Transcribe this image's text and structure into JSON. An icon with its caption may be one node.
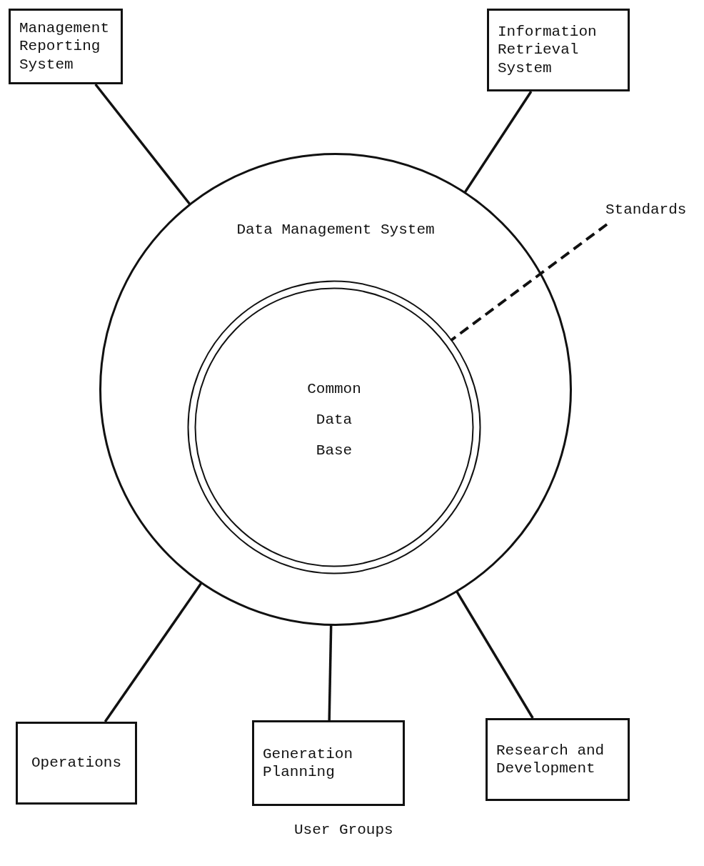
{
  "diagram": {
    "nodes": [
      {
        "text": [
          "Management Reporting System"
        ]
      },
      {
        "text": [
          "Information Retrieval System"
        ]
      },
      {
        "text": [
          "Data Management System"
        ]
      },
      {
        "text": [
          "Standards"
        ]
      },
      {
        "text": [],
        "shape": "circle",
        "in": 2
      },
      {
        "text": [
          "Common Data Base"
        ],
        "in": 4
      },
      {
        "text": [
          "Operations"
        ]
      },
      {
        "text": [
          "Generation Planning"
        ]
      },
      {
        "text": [
          "Research and Development"
        ]
      }
    ],
    "edges": [
      {
        "from": 0,
        "to": 2,
        "arrow": "none"
      },
      {
        "from": 1,
        "to": 2,
        "arrow": "none"
      },
      {
        "from": 3,
        "to": 4,
        "arrow": "none",
        "style": "dashed"
      },
      {
        "from": 6,
        "to": 2,
        "arrow": "none"
      },
      {
        "from": 7,
        "to": 2,
        "arrow": "none"
      },
      {
        "from": 8,
        "to": 2,
        "arrow": "none"
      }
    ],
    "labels": [
      "User Groups"
    ]
  }
}
